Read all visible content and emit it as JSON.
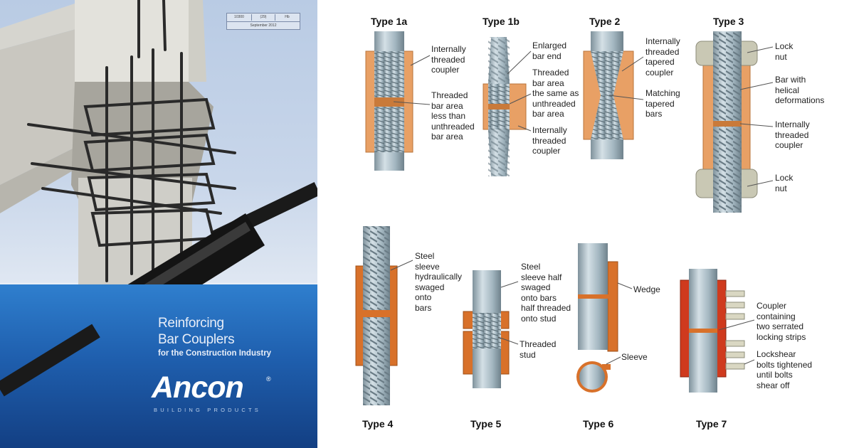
{
  "cover": {
    "ref_table": [
      "10300",
      "(29)",
      "Hb",
      "September 2012"
    ],
    "title_line1": "Reinforcing",
    "title_line2": "Bar Couplers",
    "subtitle": "for the Construction Industry",
    "brand": "Ancon",
    "registered": "®",
    "brand_sub": "BUILDING PRODUCTS"
  },
  "types": [
    {
      "name": "Type 1a",
      "labels": [
        "Internally\nthreaded\ncoupler",
        "Threaded\nbar area\nless than\nunthreaded\nbar area"
      ]
    },
    {
      "name": "Type 1b",
      "labels": [
        "Enlarged\nbar end",
        "Threaded\nbar area\nthe same as\nunthreaded\nbar area",
        "Internally\nthreaded\ncoupler"
      ]
    },
    {
      "name": "Type 2",
      "labels": [
        "Internally\nthreaded\ntapered\ncoupler",
        "Matching\ntapered\nbars"
      ]
    },
    {
      "name": "Type 3",
      "labels": [
        "Lock\nnut",
        "Bar with\nhelical\ndeformations",
        "Internally\nthreaded\ncoupler",
        "Lock\nnut"
      ]
    },
    {
      "name": "Type 4",
      "labels": [
        "Steel\nsleeve\nhydraulically\nswaged\nonto\nbars"
      ]
    },
    {
      "name": "Type 5",
      "labels": [
        "Steel\nsleeve half\nswaged\nonto bars\nhalf threaded\nonto stud",
        "Threaded\nstud"
      ]
    },
    {
      "name": "Type 6",
      "labels": [
        "Wedge",
        "Sleeve"
      ]
    },
    {
      "name": "Type 7",
      "labels": [
        "Coupler\ncontaining\ntwo serrated\nlocking strips",
        "Lockshear\nbolts tightened\nuntil bolts\nshear off"
      ]
    }
  ],
  "colors": {
    "coupler_orange": "#e8a065",
    "coupler_dark_orange": "#d8712a",
    "coupler_red": "#cf3a1e",
    "bar_steel": "#a9bcc6",
    "locknut_grey": "#c9c8b4",
    "cover_blue": "#1f5fae"
  }
}
